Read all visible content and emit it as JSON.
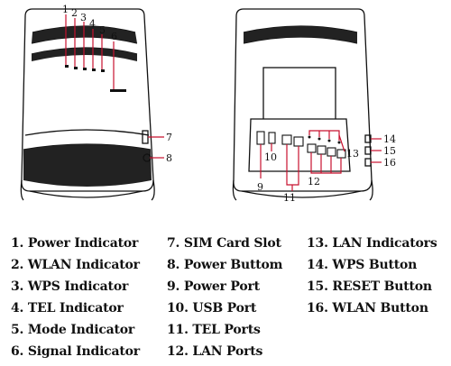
{
  "callouts": {
    "c1": "1",
    "c2": "2",
    "c3": "3",
    "c4": "4",
    "c5": "5",
    "c6": "6",
    "c7": "7",
    "c8": "8",
    "c9": "9",
    "c10": "10",
    "c11": "11",
    "c12": "12",
    "c13": "13",
    "c14": "14",
    "c15": "15",
    "c16": "16"
  },
  "legend": {
    "col1": [
      "1. Power Indicator",
      "2. WLAN Indicator",
      "3. WPS Indicator",
      "4. TEL Indicator",
      "5. Mode Indicator",
      "6. Signal Indicator"
    ],
    "col2": [
      "7. SIM Card Slot",
      "8. Power Buttom",
      "9. Power Port",
      "10. USB Port",
      "11. TEL Ports",
      "12. LAN Ports"
    ],
    "col3": [
      "13. LAN Indicators",
      "14. WPS Button",
      "15. RESET Button",
      "16. WLAN Button"
    ]
  },
  "colors": {
    "leader": "#c8102e",
    "outline": "#111111"
  }
}
